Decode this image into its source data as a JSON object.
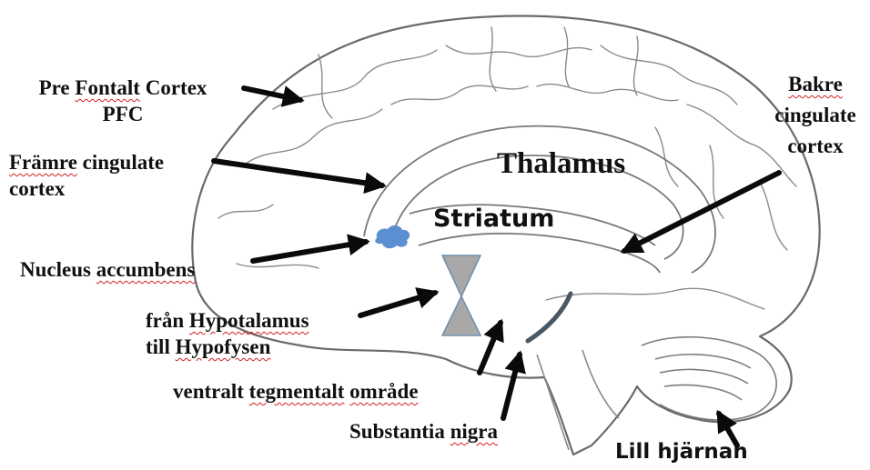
{
  "diagram": {
    "labels": {
      "pfc": {
        "line1_pre": "Pre ",
        "line1_wavy": "Fontalt",
        "line1_post": " Cortex",
        "line2": "PFC"
      },
      "anterior_cingulate": {
        "line1_wavy": "Främre",
        "line1_post": " cingulate",
        "line2": "cortex"
      },
      "thalamus": "Thalamus",
      "striatum": "Striatum",
      "posterior_cingulate": {
        "line1_wavy": "Bakre",
        "line2": "cingulate",
        "line3": "cortex"
      },
      "nucleus_accumbens": {
        "pre": "Nucleus ",
        "wavy": "accumbens"
      },
      "hypothalamus": {
        "line1_pre": "från ",
        "line1_wavy": "Hypotalamus",
        "line2_pre": "till ",
        "line2_wavy": "Hypofysen"
      },
      "vta": {
        "pre": "ventralt ",
        "wavy1": "tegmentalt",
        "mid": " ",
        "wavy2": "område"
      },
      "substantia_nigra": {
        "pre": "Substantia ",
        "wavy": "nigra"
      },
      "cerebellum": "Lill hjärnan"
    },
    "colors": {
      "brain_outline": "#6a6a6a",
      "nucleus_accumbens_fill": "#5b8fd1",
      "hourglass_fill": "#a8a8a8",
      "substantia_nigra_stroke": "#4a5866",
      "arrow": "#0a0a0a",
      "spellcheck_underline": "#d02020"
    }
  }
}
